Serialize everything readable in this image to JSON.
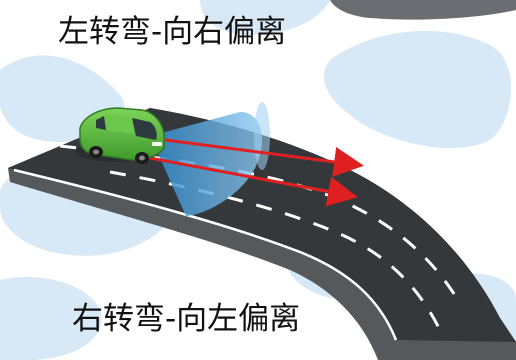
{
  "captions": {
    "top": "左转弯-向右偏离",
    "bottom": "右转弯-向左偏离"
  },
  "colors": {
    "background_shapes": "#d7e9f6",
    "road_surface": "#3a3d40",
    "road_edge": "#5b5f62",
    "lane_marking": "#ffffff",
    "car_body": "#4fb23a",
    "sensor_beam": "#5aa8d8",
    "trajectory_arrow": "#e02020",
    "text": "#111111"
  },
  "icons": {
    "vehicle": "car-icon",
    "sensor_field": "camera-beam",
    "path": "arrow-right"
  }
}
